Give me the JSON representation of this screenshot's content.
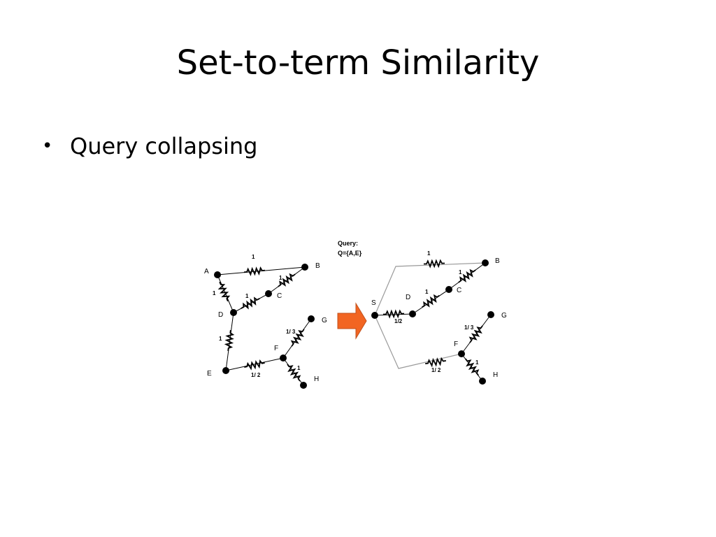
{
  "slide": {
    "title": "Set-to-term Similarity",
    "bullets": [
      {
        "bullet_char": "•",
        "text": "Query collapsing"
      }
    ]
  },
  "figure": {
    "query_label_line1": "Query:",
    "query_label_line2": "Q={A,E}",
    "arrow_color": "#f26522",
    "left_graph": {
      "nodes": {
        "A": "A",
        "B": "B",
        "C": "C",
        "D": "D",
        "E": "E",
        "F": "F",
        "G": "G",
        "H": "H"
      },
      "edges": {
        "A_B": "1",
        "A_D": "1",
        "D_C": "1",
        "C_B": "1",
        "D_E": "1",
        "E_F": "1/ 2",
        "F_G": "1/ 3",
        "F_H": "1"
      }
    },
    "right_graph": {
      "nodes": {
        "S": "S",
        "B": "B",
        "C": "C",
        "D": "D",
        "F": "F",
        "G": "G",
        "H": "H"
      },
      "edges": {
        "S_B": "1",
        "S_D": "1/2",
        "D_C": "1",
        "C_B": "1",
        "S_F": "1/ 2",
        "F_G": "1/ 3",
        "F_H": "1"
      }
    }
  }
}
